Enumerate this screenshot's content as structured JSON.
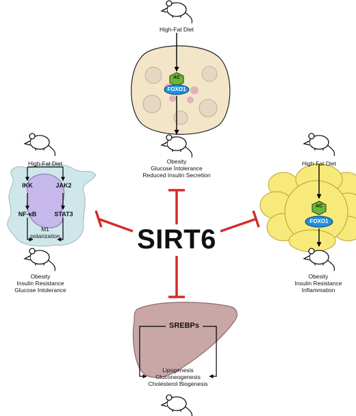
{
  "center_label": "SIRT6",
  "top_panel": {
    "diet": "High-Fat Diet",
    "enzyme": "AC",
    "factor": "FOXO1",
    "outcomes": [
      "Obesity",
      "Glucose Intolerance",
      "Reduced Insulin Secretion"
    ]
  },
  "left_panel": {
    "diet": "High-Fat Diet",
    "nodes": [
      "IKK",
      "JAK2",
      "NF-κB",
      "STAT3"
    ],
    "center_text": [
      "M1",
      "polarization"
    ],
    "outcomes": [
      "Obesity",
      "Insulin Resistance",
      "Glucose Intolerance"
    ]
  },
  "right_panel": {
    "diet": "High-Fat Diet",
    "enzyme": "AC",
    "factor": "FOXO1",
    "outcomes": [
      "Obesity",
      "Insulin Resistance",
      "Inflammation"
    ]
  },
  "bottom_panel": {
    "label": "SREBPs",
    "outcomes": [
      "Lipogenesis",
      "Gluconeogenesis",
      "Cholesterol Biogenesis"
    ]
  },
  "colors": {
    "inhibit": "#d42a2a",
    "pancreas_fill": "#f3e6c8",
    "macrophage_fill": "#cfe6ea",
    "nucleus_fill": "#c7b8ec",
    "adipocyte_fill": "#f7ea7a",
    "liver_fill": "#c9a7a7",
    "ac_hex": "#6fb33a",
    "foxo_ellipse": "#1f8fe0"
  }
}
